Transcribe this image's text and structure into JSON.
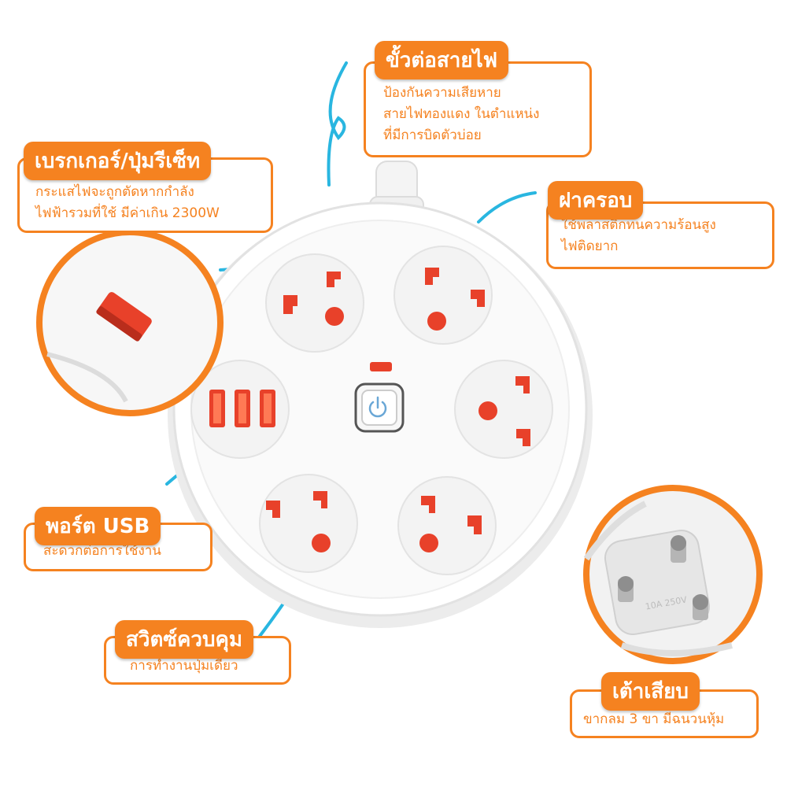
{
  "colors": {
    "accent": "#f58220",
    "socket": "#e8412a",
    "line": "#29b6e0"
  },
  "callouts": {
    "terminal": {
      "title": "ขั้วต่อสายไฟ",
      "lines": [
        "ป้องกันความเสียหาย",
        "สายไฟทองแดง ในตำแหน่ง",
        "ที่มีการบิดตัวบ่อย"
      ]
    },
    "breaker": {
      "title": "เบรกเกอร์/ปุ่มรีเซ็ท",
      "lines": [
        "กระแสไฟจะถูกตัดหากกำลัง",
        "ไฟฟ้ารวมที่ใช้ มีค่าเกิน 2300W"
      ]
    },
    "cover": {
      "title": "ฝาครอบ",
      "lines": [
        "ใช้พลาสติกทนความร้อนสูง",
        "ไฟติดยาก"
      ]
    },
    "usb": {
      "title": "พอร์ต USB",
      "lines": [
        "สะดวกต่อการใช้งาน"
      ]
    },
    "switch": {
      "title": "สวิตซ์ควบคุม",
      "lines": [
        "การทำงานปุ่มเดียว"
      ]
    },
    "plug": {
      "title": "เต้าเสียบ",
      "lines": [
        "ขากลม 3 ขา มีฉนวนหุ้ม"
      ]
    }
  },
  "product": {
    "plug_rating": "10A 250V",
    "power_icon": "power-icon"
  }
}
